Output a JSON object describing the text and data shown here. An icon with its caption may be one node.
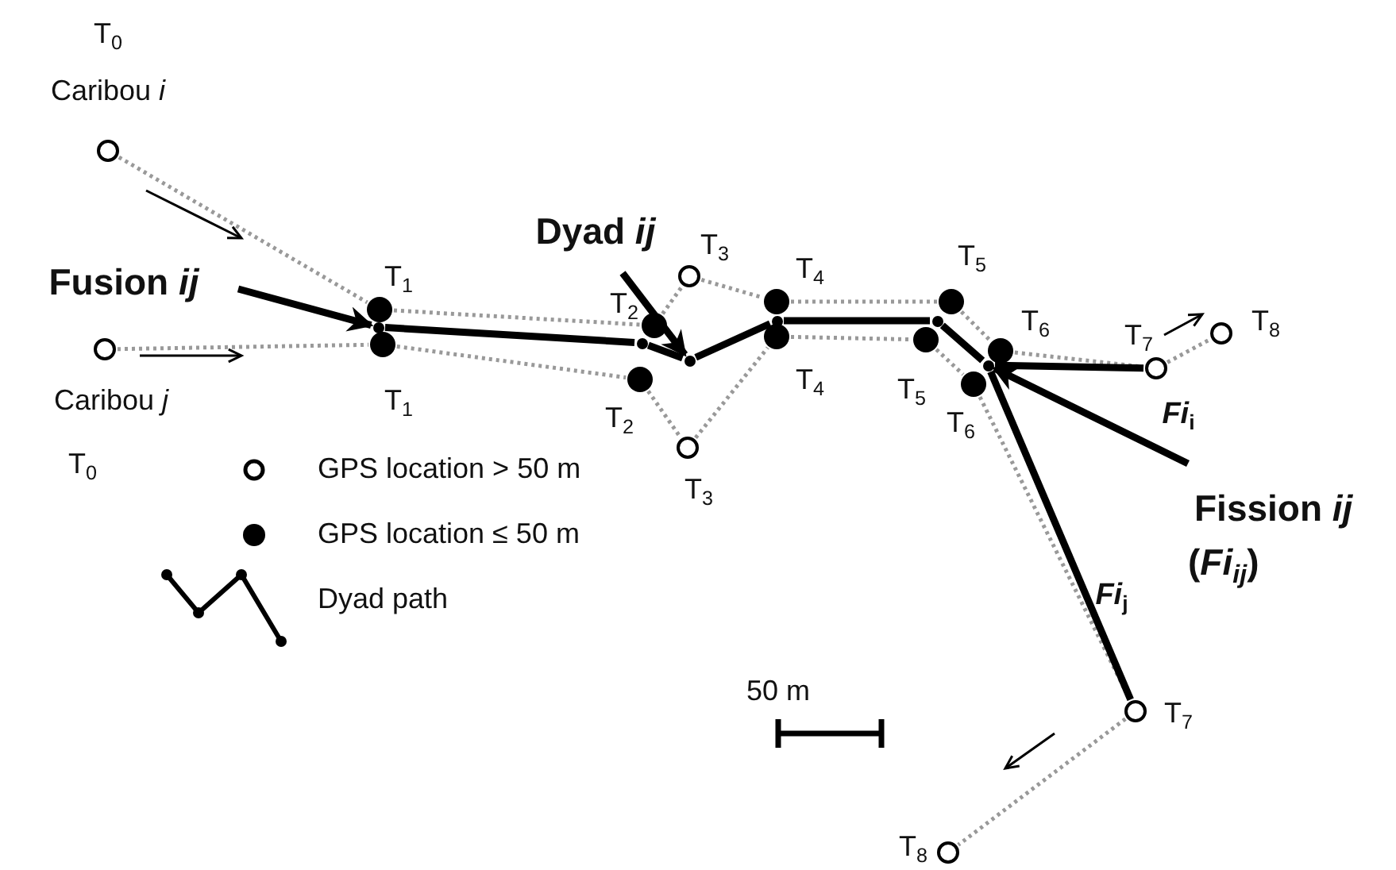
{
  "diagram": {
    "nodes": [
      {
        "text": [
          "Fusion *ij*"
        ]
      },
      {
        "text": [
          "Dyad *ij*"
        ]
      },
      {
        "text": [
          "Fission *ij*",
          "(*Fi*$_{ij}$)"
        ]
      },
      {
        "text": [],
        "shape": "circle",
        "beside": [
          "T$_{0}$",
          "Caribou *i*"
        ]
      },
      {
        "text": [],
        "shape": "circle",
        "beside": [
          "T$_{1}$"
        ]
      },
      {
        "text": [],
        "shape": "circle",
        "beside": [
          "T$_{2}$"
        ]
      },
      {
        "text": [],
        "shape": "circle",
        "beside": [
          "T$_{3}$"
        ]
      },
      {
        "text": [],
        "shape": "circle",
        "beside": [
          "T$_{4}$"
        ]
      },
      {
        "text": [],
        "shape": "circle",
        "beside": [
          "T$_{5}$"
        ]
      },
      {
        "text": [],
        "shape": "circle",
        "beside": [
          "T$_{6}$"
        ]
      },
      {
        "text": [],
        "shape": "circle",
        "beside": [
          "T$_{7}$"
        ]
      },
      {
        "text": [],
        "shape": "circle",
        "beside": [
          "T$_{8}$"
        ]
      },
      {
        "text": [],
        "shape": "circle",
        "beside": [
          "Caribou *j*",
          "T$_{0}$"
        ]
      },
      {
        "text": [],
        "shape": "circle",
        "beside": [
          "T$_{1}$"
        ]
      },
      {
        "text": [],
        "shape": "circle",
        "beside": [
          "T$_{2}$"
        ]
      },
      {
        "text": [],
        "shape": "circle",
        "beside": [
          "T$_{3}$"
        ]
      },
      {
        "text": [],
        "shape": "circle",
        "beside": [
          "T$_{4}$"
        ]
      },
      {
        "text": [],
        "shape": "circle",
        "beside": [
          "T$_{5}$"
        ]
      },
      {
        "text": [],
        "shape": "circle",
        "beside": [
          "T$_{6}$"
        ]
      },
      {
        "text": [],
        "shape": "circle",
        "beside": [
          "T$_{7}$"
        ]
      },
      {
        "text": [],
        "shape": "circle",
        "beside": [
          "T$_{8}$"
        ]
      },
      {
        "text": [],
        "shape": "circle"
      },
      {
        "text": [],
        "shape": "circle"
      },
      {
        "text": [],
        "shape": "circle"
      },
      {
        "text": [],
        "shape": "circle"
      },
      {
        "text": [],
        "shape": "circle"
      },
      {
        "text": [],
        "shape": "circle"
      }
    ],
    "edges": [
      {
        "from": 3,
        "to": 4,
        "arrow": "none",
        "style": "dashed",
        "color": "#999999"
      },
      {
        "from": 4,
        "to": 5,
        "arrow": "none",
        "style": "dashed",
        "color": "#999999"
      },
      {
        "from": 5,
        "to": 6,
        "arrow": "none",
        "style": "dashed",
        "color": "#999999"
      },
      {
        "from": 6,
        "to": 7,
        "arrow": "none",
        "style": "dashed",
        "color": "#999999"
      },
      {
        "from": 7,
        "to": 8,
        "arrow": "none",
        "style": "dashed",
        "color": "#999999"
      },
      {
        "from": 8,
        "to": 9,
        "arrow": "none",
        "style": "dashed",
        "color": "#999999"
      },
      {
        "from": 9,
        "to": 10,
        "arrow": "none",
        "style": "dashed",
        "color": "#999999"
      },
      {
        "from": 10,
        "to": 11,
        "arrow": "none",
        "style": "dashed",
        "color": "#999999"
      },
      {
        "from": 12,
        "to": 13,
        "arrow": "none",
        "style": "dashed",
        "color": "#999999"
      },
      {
        "from": 13,
        "to": 14,
        "arrow": "none",
        "style": "dashed",
        "color": "#999999"
      },
      {
        "from": 14,
        "to": 15,
        "arrow": "none",
        "style": "dashed",
        "color": "#999999"
      },
      {
        "from": 15,
        "to": 16,
        "arrow": "none",
        "style": "dashed",
        "color": "#999999"
      },
      {
        "from": 16,
        "to": 17,
        "arrow": "none",
        "style": "dashed",
        "color": "#999999"
      },
      {
        "from": 17,
        "to": 18,
        "arrow": "none",
        "style": "dashed",
        "color": "#999999"
      },
      {
        "from": 18,
        "to": 19,
        "arrow": "none",
        "style": "dashed",
        "color": "#999999"
      },
      {
        "from": 19,
        "to": 20,
        "arrow": "none",
        "style": "dashed",
        "color": "#999999"
      },
      {
        "from": 21,
        "to": 22,
        "arrow": "none",
        "style": "thick",
        "color": "#000000"
      },
      {
        "from": 22,
        "to": 23,
        "arrow": "none",
        "style": "thick",
        "color": "#000000"
      },
      {
        "from": 23,
        "to": 24,
        "arrow": "none",
        "style": "thick",
        "color": "#000000"
      },
      {
        "from": 24,
        "to": 25,
        "arrow": "none",
        "style": "thick",
        "color": "#000000"
      },
      {
        "from": 25,
        "to": 26,
        "arrow": "none",
        "style": "thick",
        "color": "#000000"
      },
      {
        "from": 26,
        "to": 10,
        "arrow": "none",
        "style": "thick",
        "color": "#000000",
        "label": "*Fi*$_{i}$"
      },
      {
        "from": 26,
        "to": 19,
        "arrow": "none",
        "style": "thick",
        "color": "#000000",
        "label": "*Fi*$_{j}$"
      },
      {
        "from": 0,
        "to": 21,
        "arrow": "to",
        "style": "thick",
        "color": "#000000"
      },
      {
        "from": 1,
        "to": 23,
        "arrow": "to",
        "style": "thick",
        "color": "#000000"
      },
      {
        "from": 2,
        "to": 26,
        "arrow": "to",
        "style": "thick",
        "color": "#000000"
      }
    ],
    "labels": [
      "50 m"
    ],
    "legend": [
      {
        "text": "GPS location > 50 m"
      },
      {
        "text": "GPS location ≤ 50 m"
      },
      {
        "text": "Dyad path"
      }
    ]
  }
}
